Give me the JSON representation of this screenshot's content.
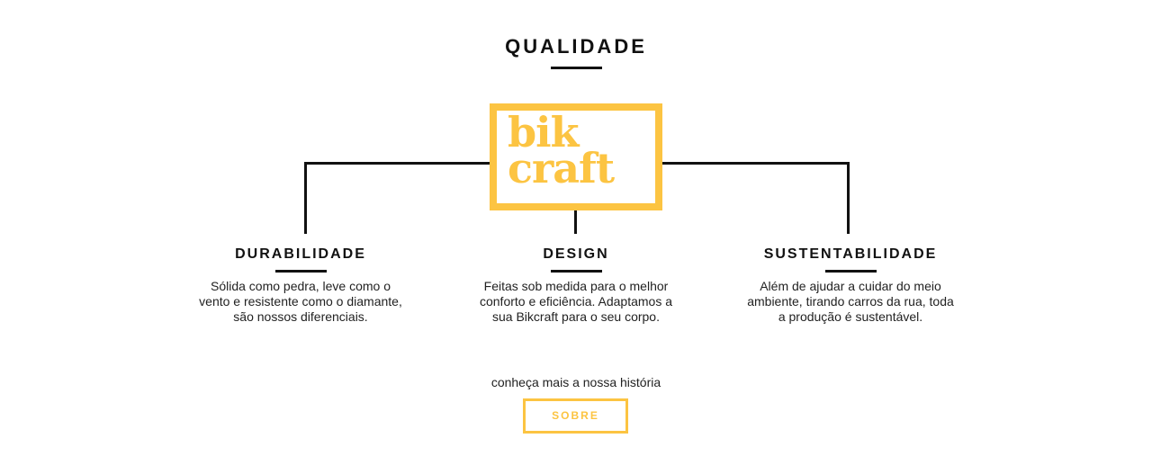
{
  "section": {
    "title": "QUALIDADE"
  },
  "logo": {
    "line1": "bik",
    "line2": "craft",
    "color": "#fcc442"
  },
  "features": [
    {
      "title": "DURABILIDADE",
      "text": "Sólida como pedra, leve como o vento e resistente como o diamante, são nossos diferenciais."
    },
    {
      "title": "DESIGN",
      "text": "Feitas sob medida para o melhor conforto e eficiência. Adaptamos a sua Bikcraft para o seu corpo."
    },
    {
      "title": "SUSTENTABILIDADE",
      "text": "Além de ajudar a cuidar do meio ambiente, tirando carros da rua, toda a produção é sustentável."
    }
  ],
  "cta": {
    "text": "conheça mais a nossa história",
    "button_label": "SOBRE"
  },
  "colors": {
    "accent": "#fcc442",
    "text": "#111111"
  }
}
